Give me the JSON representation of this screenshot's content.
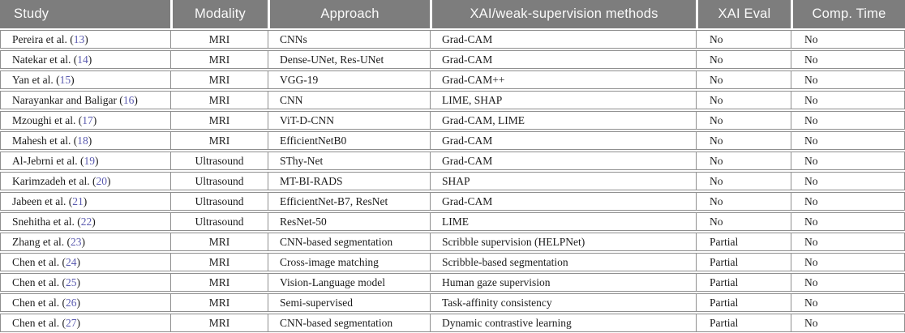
{
  "colors": {
    "header_bg": "#7d7d7d",
    "header_text": "#fafafa",
    "border": "#8f8f8f",
    "body_text": "#1c1c1c",
    "ref": "#5a5aaf"
  },
  "table": {
    "columns": [
      {
        "id": "study",
        "label": "Study"
      },
      {
        "id": "modality",
        "label": "Modality"
      },
      {
        "id": "approach",
        "label": "Approach"
      },
      {
        "id": "methods",
        "label": "XAI/weak-supervision methods"
      },
      {
        "id": "xai_eval",
        "label": "XAI Eval"
      },
      {
        "id": "comp_time",
        "label": "Comp. Time"
      }
    ],
    "rows": [
      {
        "study": "Pereira et al.",
        "ref": "13",
        "modality": "MRI",
        "approach": "CNNs",
        "methods": "Grad-CAM",
        "xai_eval": "No",
        "comp_time": "No"
      },
      {
        "study": "Natekar et al.",
        "ref": "14",
        "modality": "MRI",
        "approach": "Dense-UNet, Res-UNet",
        "methods": "Grad-CAM",
        "xai_eval": "No",
        "comp_time": "No"
      },
      {
        "study": "Yan et al.",
        "ref": "15",
        "modality": "MRI",
        "approach": "VGG-19",
        "methods": "Grad-CAM++",
        "xai_eval": "No",
        "comp_time": "No"
      },
      {
        "study": "Narayankar and Baligar",
        "ref": "16",
        "modality": "MRI",
        "approach": "CNN",
        "methods": "LIME, SHAP",
        "xai_eval": "No",
        "comp_time": "No"
      },
      {
        "study": "Mzoughi et al.",
        "ref": "17",
        "modality": "MRI",
        "approach": "ViT-D-CNN",
        "methods": "Grad-CAM, LIME",
        "xai_eval": "No",
        "comp_time": "No"
      },
      {
        "study": "Mahesh et al.",
        "ref": "18",
        "modality": "MRI",
        "approach": "EfficientNetB0",
        "methods": "Grad-CAM",
        "xai_eval": "No",
        "comp_time": "No"
      },
      {
        "study": "Al-Jebrni et al.",
        "ref": "19",
        "modality": "Ultrasound",
        "approach": "SThy-Net",
        "methods": "Grad-CAM",
        "xai_eval": "No",
        "comp_time": "No"
      },
      {
        "study": "Karimzadeh et al.",
        "ref": "20",
        "modality": "Ultrasound",
        "approach": "MT-BI-RADS",
        "methods": "SHAP",
        "xai_eval": "No",
        "comp_time": "No"
      },
      {
        "study": "Jabeen et al.",
        "ref": "21",
        "modality": "Ultrasound",
        "approach": "EfficientNet-B7, ResNet",
        "methods": "Grad-CAM",
        "xai_eval": "No",
        "comp_time": "No"
      },
      {
        "study": "Snehitha et al.",
        "ref": "22",
        "modality": "Ultrasound",
        "approach": "ResNet-50",
        "methods": "LIME",
        "xai_eval": "No",
        "comp_time": "No"
      },
      {
        "study": "Zhang et al.",
        "ref": "23",
        "modality": "MRI",
        "approach": "CNN-based segmentation",
        "methods": "Scribble supervision (HELPNet)",
        "xai_eval": "Partial",
        "comp_time": "No"
      },
      {
        "study": "Chen et al.",
        "ref": "24",
        "modality": "MRI",
        "approach": "Cross-image matching",
        "methods": "Scribble-based segmentation",
        "xai_eval": "Partial",
        "comp_time": "No"
      },
      {
        "study": "Chen et al.",
        "ref": "25",
        "modality": "MRI",
        "approach": "Vision-Language model",
        "methods": "Human gaze supervision",
        "xai_eval": "Partial",
        "comp_time": "No"
      },
      {
        "study": "Chen et al.",
        "ref": "26",
        "modality": "MRI",
        "approach": "Semi-supervised",
        "methods": "Task-affinity consistency",
        "xai_eval": "Partial",
        "comp_time": "No"
      },
      {
        "study": "Chen et al.",
        "ref": "27",
        "modality": "MRI",
        "approach": "CNN-based segmentation",
        "methods": "Dynamic contrastive learning",
        "xai_eval": "Partial",
        "comp_time": "No"
      }
    ]
  }
}
